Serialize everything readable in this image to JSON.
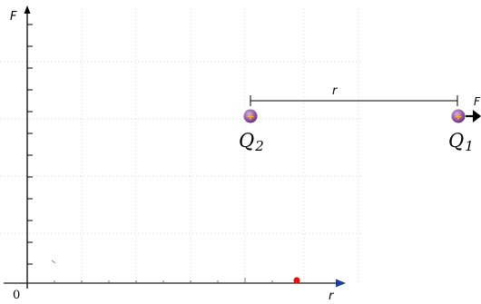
{
  "axes": {
    "y_label": "F",
    "x_label": "r",
    "origin_label": "0"
  },
  "separation": {
    "label": "r"
  },
  "charges": [
    {
      "symbol": "Q",
      "subscript": "2",
      "sign": "+"
    },
    {
      "symbol": "Q",
      "subscript": "1",
      "sign": "+"
    }
  ],
  "force": {
    "label": "F"
  },
  "colors": {
    "charge_fill": "#9b5fa6",
    "charge_sign": "#f0b030",
    "point_marker": "#e01010",
    "axis_arrow": "#1a3f8c",
    "grid": "#c8c8c8"
  }
}
